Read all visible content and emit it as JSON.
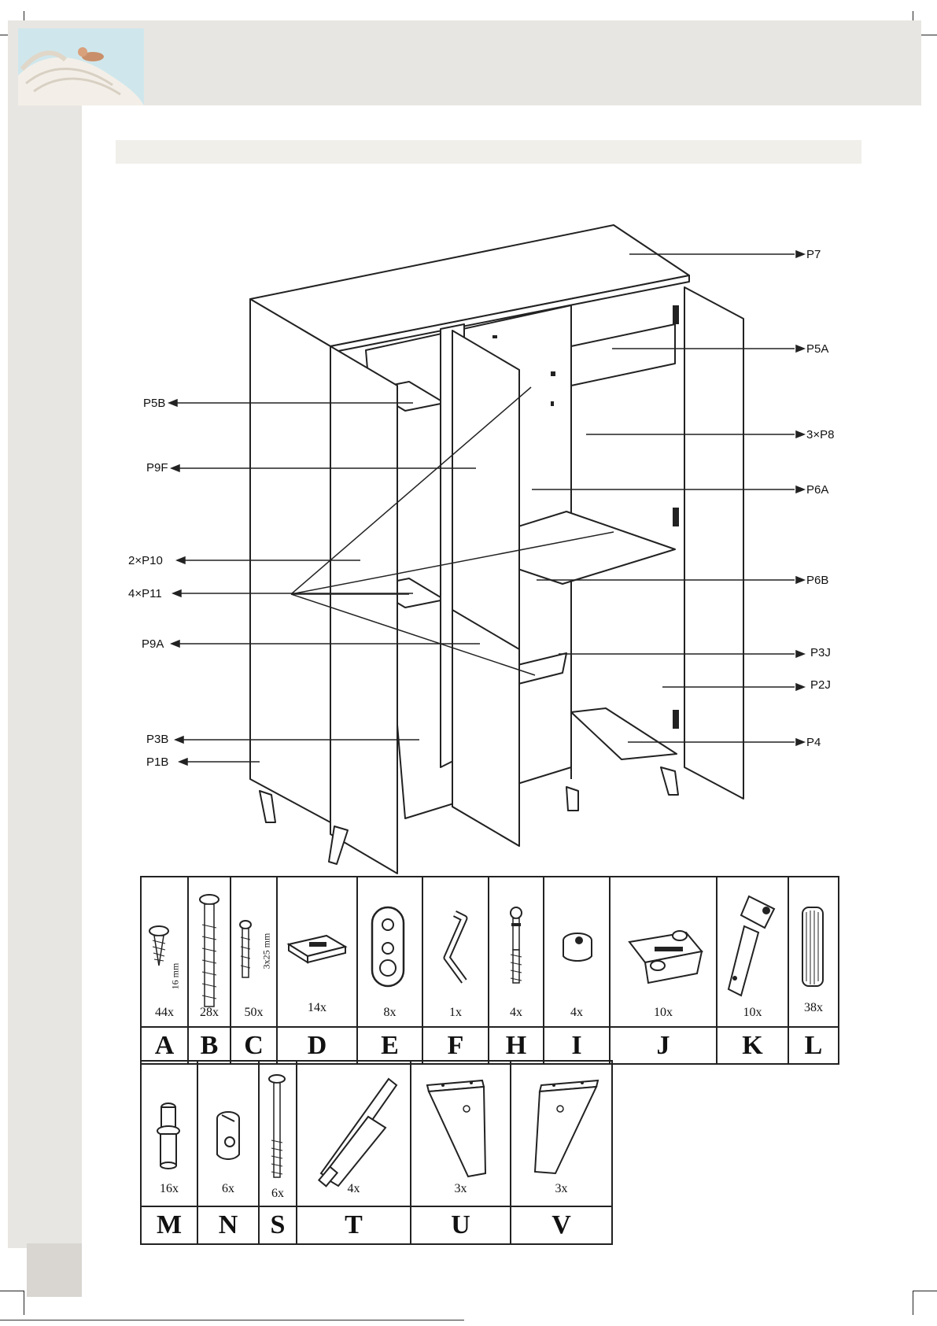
{
  "drawing": {
    "labels_left": [
      "P5B",
      "P9F",
      "2×P10",
      "4×P11",
      "P9A",
      "P3B",
      "P1B"
    ],
    "labels_right": [
      "P7",
      "P5A",
      "3×P8",
      "P6A",
      "P6B",
      "P3J",
      "P2J",
      "P4"
    ]
  },
  "hardware_row1": [
    {
      "letter": "A",
      "qty": "44x",
      "dim": "16 mm",
      "icon": "screw-icon"
    },
    {
      "letter": "B",
      "qty": "28x",
      "icon": "long-screw-icon"
    },
    {
      "letter": "C",
      "qty": "50x",
      "dim": "3x25 mm",
      "icon": "small-screw-icon"
    },
    {
      "letter": "D",
      "qty": "14x",
      "icon": "drawer-clip-icon"
    },
    {
      "letter": "E",
      "qty": "8x",
      "icon": "rail-bracket-icon"
    },
    {
      "letter": "F",
      "qty": "1x",
      "icon": "allen-key-icon"
    },
    {
      "letter": "H",
      "qty": "4x",
      "icon": "cam-bolt-icon"
    },
    {
      "letter": "I",
      "qty": "4x",
      "icon": "cam-lock-icon"
    },
    {
      "letter": "J",
      "qty": "10x",
      "icon": "hinge-plate-icon"
    },
    {
      "letter": "K",
      "qty": "10x",
      "icon": "hinge-icon"
    },
    {
      "letter": "L",
      "qty": "38x",
      "icon": "dowel-icon"
    }
  ],
  "hardware_row2": [
    {
      "letter": "M",
      "qty": "16x",
      "icon": "shelf-pin-icon"
    },
    {
      "letter": "N",
      "qty": "6x",
      "icon": "barrel-nut-icon"
    },
    {
      "letter": "S",
      "qty": "6x",
      "icon": "connector-bolt-icon"
    },
    {
      "letter": "T",
      "qty": "4x",
      "icon": "push-latch-icon"
    },
    {
      "letter": "U",
      "qty": "3x",
      "icon": "leg-icon"
    },
    {
      "letter": "V",
      "qty": "3x",
      "icon": "leg-icon"
    }
  ]
}
